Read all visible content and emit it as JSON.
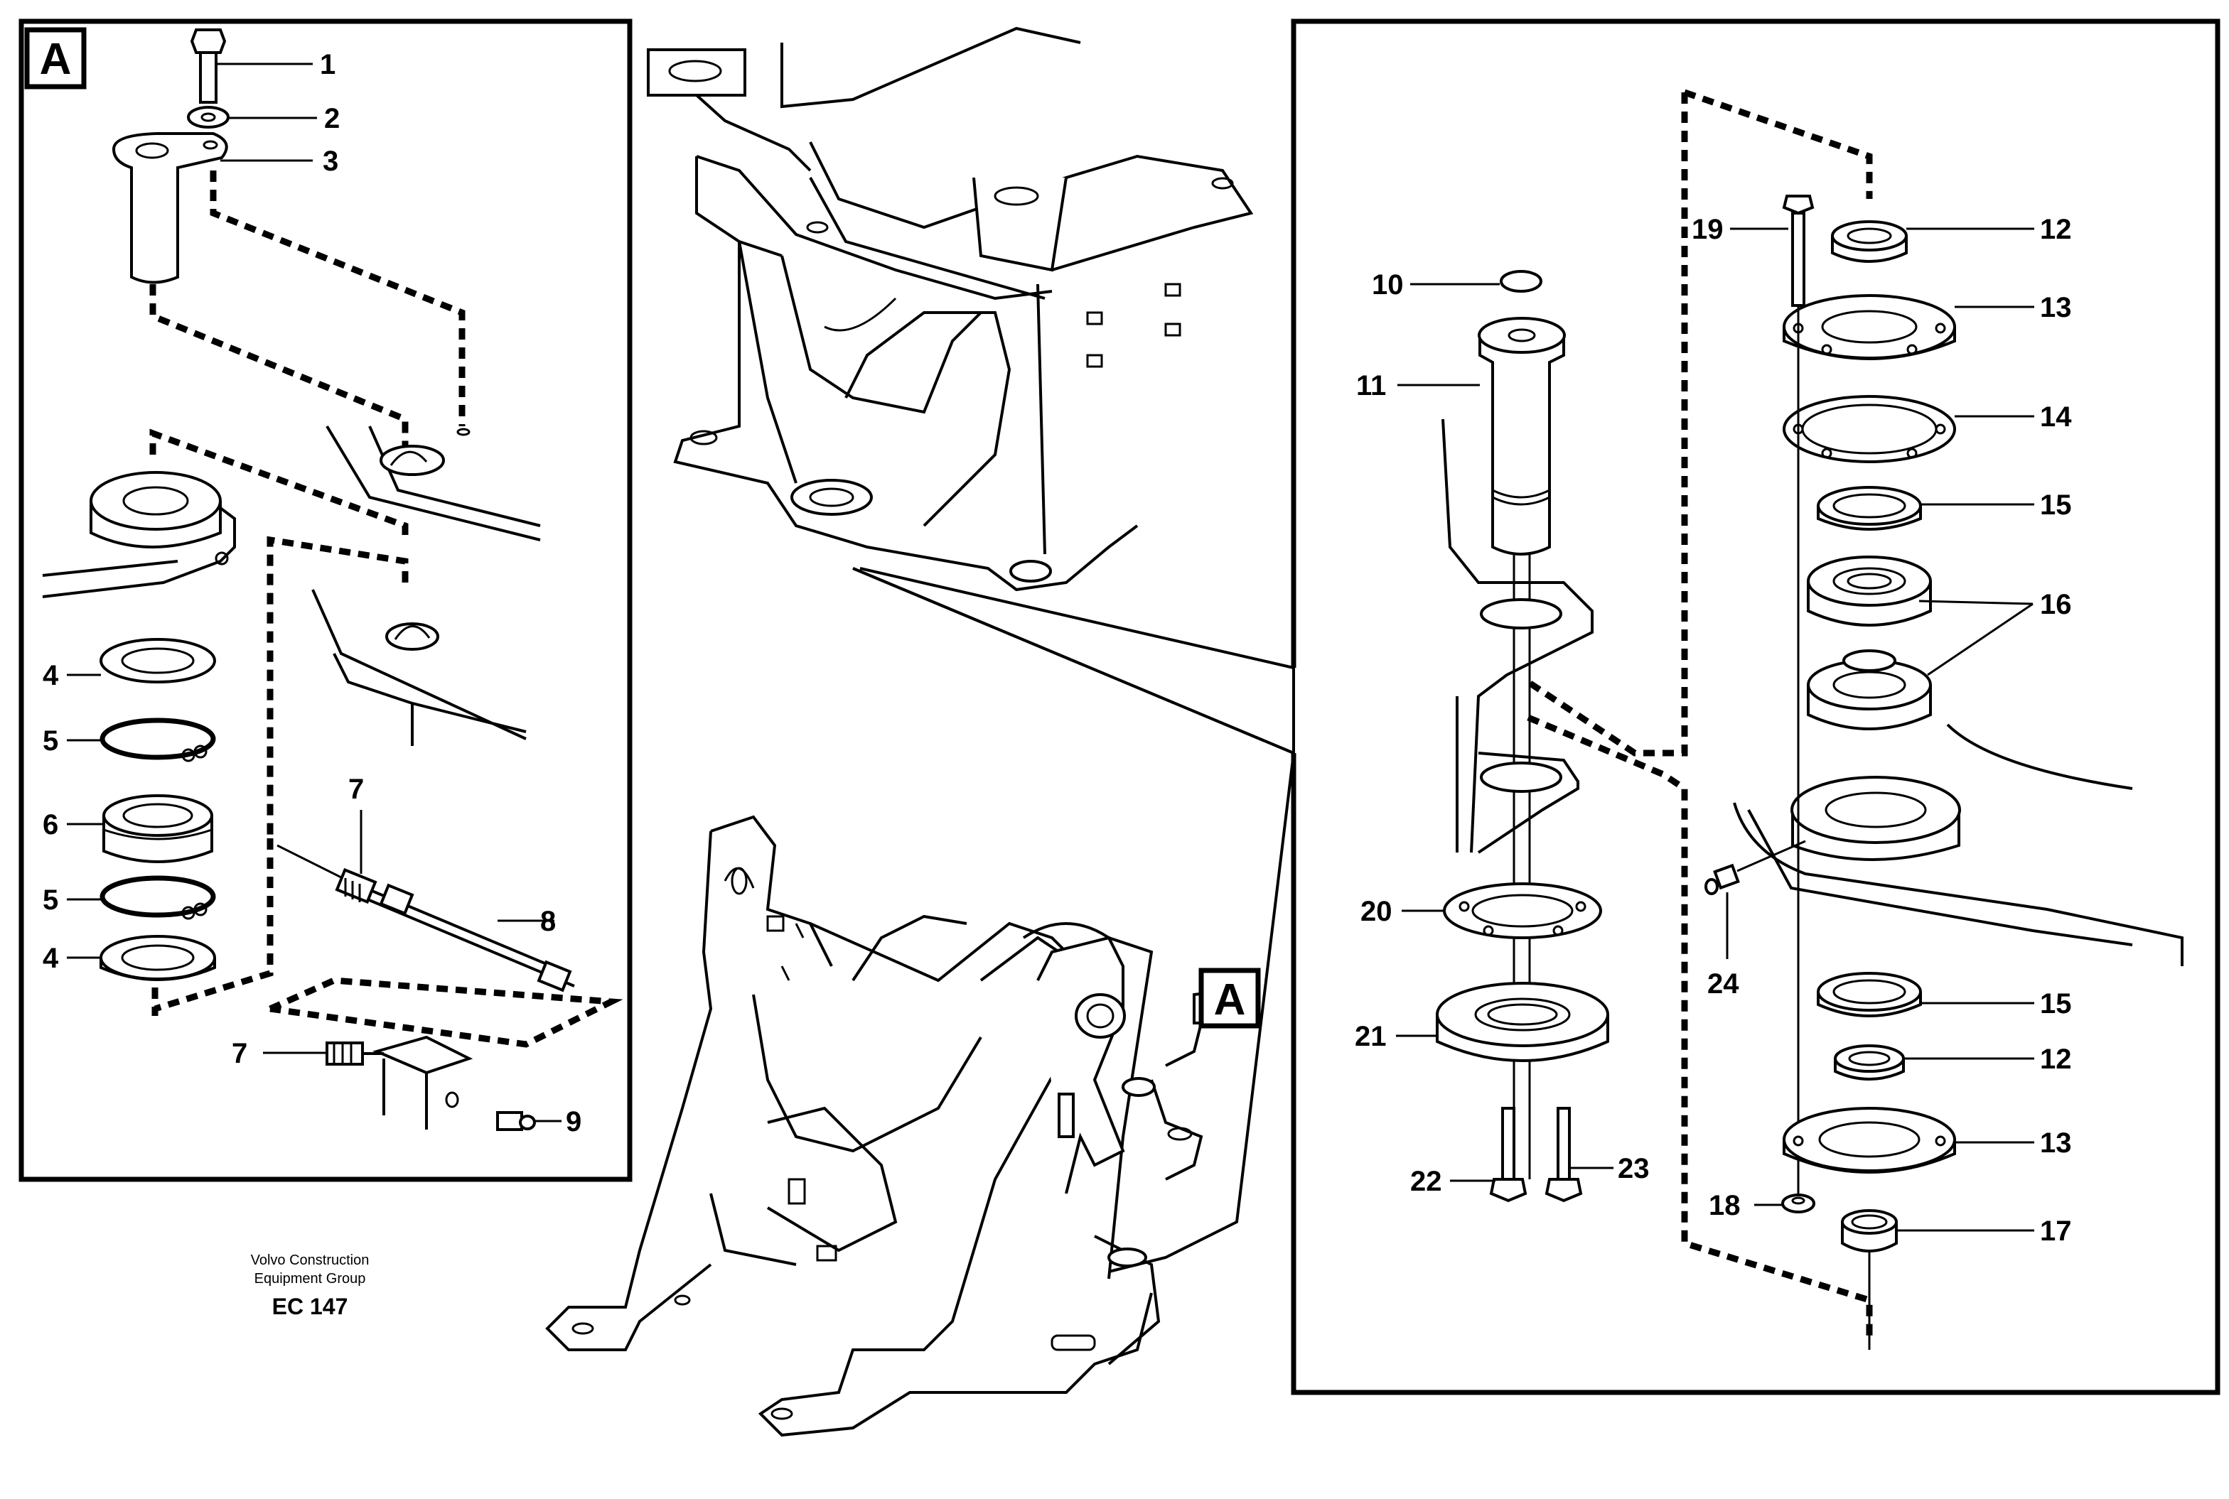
{
  "detail_tag": "A",
  "callouts": {
    "c1": "1",
    "c2": "2",
    "c3": "3",
    "c4a": "4",
    "c5a": "5",
    "c6": "6",
    "c5b": "5",
    "c4b": "4",
    "c7a": "7",
    "c8": "8",
    "c7b": "7",
    "c9": "9",
    "c10": "10",
    "c11": "11",
    "c19": "19",
    "c12a": "12",
    "c13a": "13",
    "c14": "14",
    "c15a": "15",
    "c16": "16",
    "c20": "20",
    "c21": "21",
    "c24": "24",
    "c15b": "15",
    "c12b": "12",
    "c13b": "13",
    "c22": "22",
    "c23": "23",
    "c18": "18",
    "c17": "17"
  },
  "footer": {
    "line1": "Volvo Construction",
    "line2": "Equipment Group",
    "code": "EC 147"
  }
}
